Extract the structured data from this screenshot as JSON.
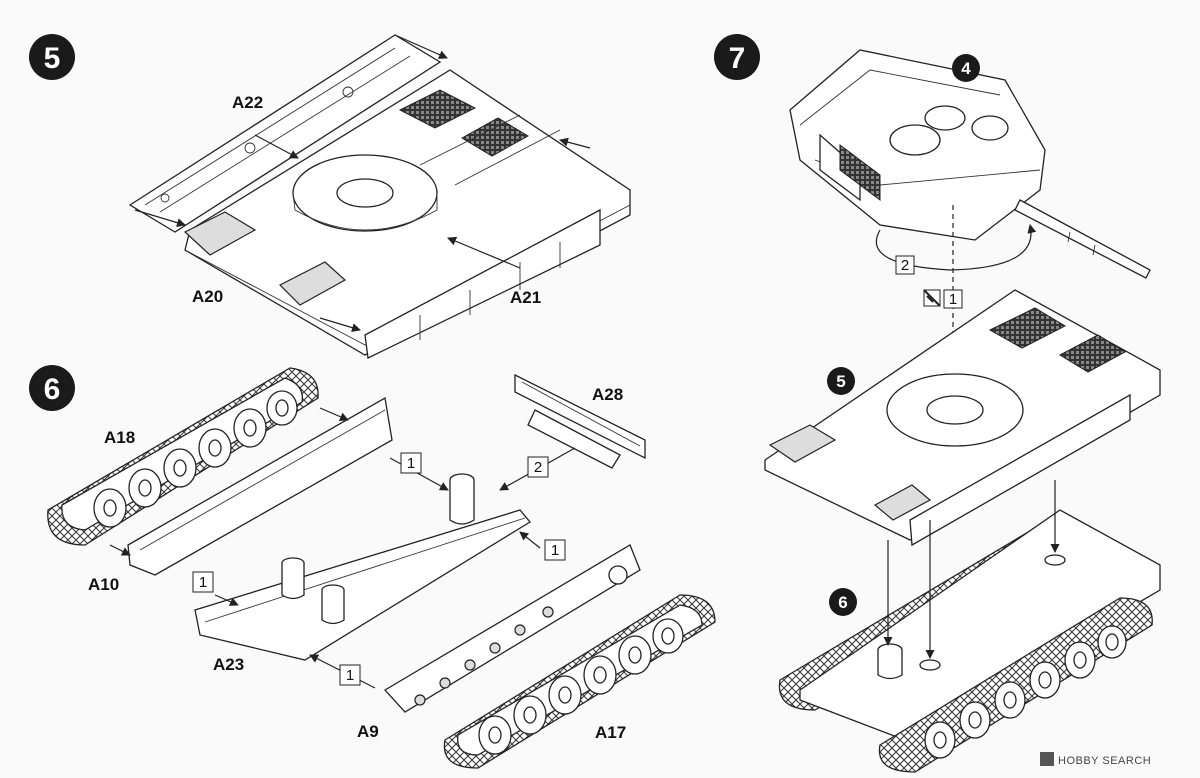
{
  "steps": {
    "s5": {
      "number": "5"
    },
    "s6": {
      "number": "6"
    },
    "s7": {
      "number": "7"
    }
  },
  "parts": {
    "a22": "A22",
    "a20": "A20",
    "a21": "A21",
    "a18": "A18",
    "a10": "A10",
    "a23": "A23",
    "a9": "A9",
    "a17": "A17",
    "a28": "A28"
  },
  "sequence_boxes": {
    "s6_box_a": "1",
    "s6_box_b": "2",
    "s6_box_c": "1",
    "s6_box_d": "1",
    "s6_box_e": "1",
    "s7_box_rotate": "2",
    "s7_box_place": "1"
  },
  "subassemblies": {
    "turret": "4",
    "hull": "5",
    "chassis": "6"
  },
  "watermark": "HOBBY SEARCH",
  "icons": [
    "no-glue-icon",
    "rotate-arrow-icon"
  ]
}
